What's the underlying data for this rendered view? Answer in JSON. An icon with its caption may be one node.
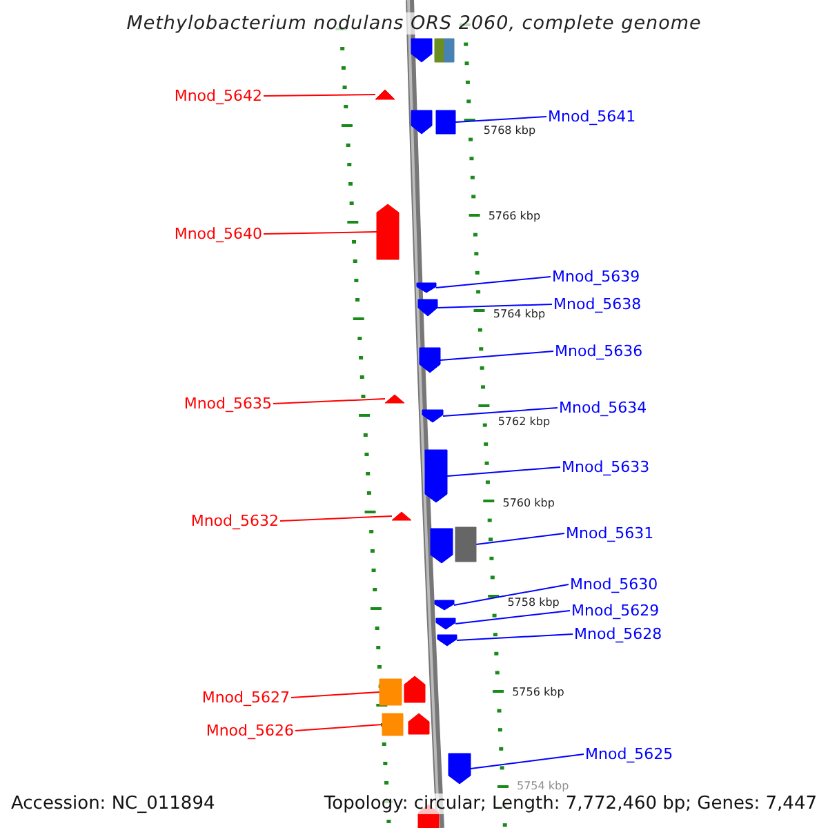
{
  "diagram": {
    "title": "Methylobacterium nodulans ORS 2060, complete genome",
    "nodes": [
      {
        "text": [],
        "shape": "pentagon"
      },
      {
        "text": [],
        "shape": "box"
      },
      {
        "text": [],
        "shape": "box"
      },
      {
        "text": [
          "Mnod_5642"
        ]
      },
      {
        "text": [],
        "shape": "triangle"
      },
      {
        "text": [],
        "shape": "pentagon"
      },
      {
        "text": [],
        "shape": "box"
      },
      {
        "text": [
          "Mnod_5641"
        ]
      },
      {
        "text": [
          "Mnod_5640"
        ]
      },
      {
        "text": [],
        "shape": "pentagon"
      },
      {
        "text": [
          "Mnod_5639"
        ]
      },
      {
        "text": [],
        "shape": "pentagon"
      },
      {
        "text": [],
        "shape": "pentagon"
      },
      {
        "text": [
          "Mnod_5638"
        ]
      },
      {
        "text": [],
        "shape": "pentagon"
      },
      {
        "text": [
          "Mnod_5636"
        ]
      },
      {
        "text": [
          "Mnod_5635"
        ]
      },
      {
        "text": [],
        "shape": "triangle"
      },
      {
        "text": [],
        "shape": "pentagon"
      },
      {
        "text": [
          "Mnod_5634"
        ]
      },
      {
        "text": [],
        "shape": "pentagon"
      },
      {
        "text": [
          "Mnod_5633"
        ]
      },
      {
        "text": [
          "Mnod_5632"
        ]
      },
      {
        "text": [],
        "shape": "triangle"
      },
      {
        "text": [],
        "shape": "pentagon"
      },
      {
        "text": [],
        "shape": "box"
      },
      {
        "text": [
          "Mnod_5631"
        ]
      },
      {
        "text": [
          "Mnod_5630"
        ]
      },
      {
        "text": [],
        "shape": "pentagon"
      },
      {
        "text": [
          "Mnod_5629"
        ]
      },
      {
        "text": [],
        "shape": "pentagon"
      },
      {
        "text": [],
        "shape": "pentagon"
      },
      {
        "text": [
          "Mnod_5628"
        ]
      },
      {
        "text": [],
        "shape": "box"
      },
      {
        "text": [],
        "shape": "pentagon"
      },
      {
        "text": [
          "Mnod_5627"
        ]
      },
      {
        "text": [],
        "shape": "box"
      },
      {
        "text": [],
        "shape": "pentagon"
      },
      {
        "text": [
          "Mnod_5626"
        ]
      },
      {
        "text": [],
        "shape": "pentagon"
      },
      {
        "text": [
          "Mnod_5625"
        ]
      },
      {
        "text": [],
        "shape": "pentagon"
      }
    ],
    "edges": [
      {
        "from": 3,
        "to": 4,
        "arrow": "none",
        "color": "#ff0000"
      },
      {
        "from": 7,
        "to": 6,
        "arrow": "none"
      },
      {
        "from": 8,
        "to": 9,
        "arrow": "none",
        "color": "#ff0000"
      },
      {
        "from": 10,
        "to": 11,
        "arrow": "none"
      },
      {
        "from": 13,
        "to": 12,
        "arrow": "none"
      },
      {
        "from": 15,
        "to": 14,
        "arrow": "none"
      },
      {
        "from": 16,
        "to": 17,
        "arrow": "none",
        "color": "#ff0000"
      },
      {
        "from": 19,
        "to": 18,
        "arrow": "none"
      },
      {
        "from": 21,
        "to": 20,
        "arrow": "none"
      },
      {
        "from": 22,
        "to": 23,
        "arrow": "none",
        "color": "#ff0000"
      },
      {
        "from": 26,
        "to": 25,
        "arrow": "none"
      },
      {
        "from": 27,
        "to": 28,
        "arrow": "none"
      },
      {
        "from": 29,
        "to": 30,
        "arrow": "none"
      },
      {
        "from": 32,
        "to": 31,
        "arrow": "none"
      },
      {
        "from": 35,
        "to": 33,
        "arrow": "none",
        "color": "#ff0000"
      },
      {
        "from": 38,
        "to": 36,
        "arrow": "none",
        "color": "#ff0000"
      },
      {
        "from": 40,
        "to": 39,
        "arrow": "none"
      }
    ],
    "labels": [
      "5768 kbp",
      "5766 kbp",
      "5764 kbp",
      "5762 kbp",
      "5760 kbp",
      "5758 kbp",
      "5756 kbp",
      "5754 kbp",
      "Accession: NC_011894",
      "Topology: circular; Length: 7,772,460 bp; Genes: 7,447"
    ]
  }
}
